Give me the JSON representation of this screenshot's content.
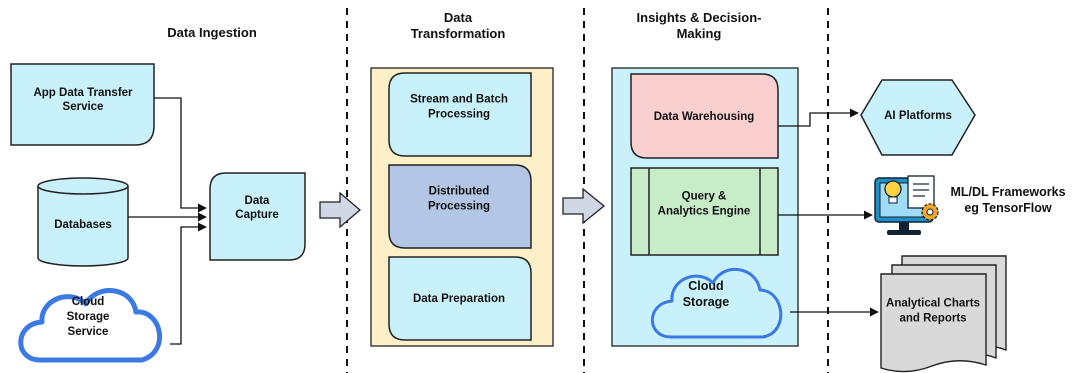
{
  "headers": {
    "ingestion": [
      "Data Ingestion"
    ],
    "transformation": [
      "Data",
      "Transformation"
    ],
    "insights": [
      "Insights & Decision-",
      "Making"
    ]
  },
  "ingestion": {
    "app_transfer": [
      "App Data Transfer",
      "Service"
    ],
    "databases": [
      "Databases"
    ],
    "cloud_storage_service": [
      "Cloud",
      "Storage",
      "Service"
    ],
    "data_capture": [
      "Data",
      "Capture"
    ]
  },
  "transformation": {
    "stream_batch": [
      "Stream and Batch",
      "Processing"
    ],
    "distributed": [
      "Distributed",
      "Processing"
    ],
    "preparation": [
      "Data Preparation"
    ]
  },
  "insights": {
    "warehousing": [
      "Data Warehousing"
    ],
    "query_engine": [
      "Query &",
      "Analytics Engine"
    ],
    "cloud_storage": [
      "Cloud",
      "Storage"
    ]
  },
  "outputs": {
    "ai_platforms": [
      "AI Platforms"
    ],
    "ml_frameworks": [
      "ML/DL Frameworks",
      "eg TensorFlow"
    ],
    "charts_reports": [
      "Analytical Charts",
      "and Reports"
    ]
  },
  "colors": {
    "light_blue": "#c9f1fb",
    "light_yellow": "#fdf0c8",
    "pink": "#f9cfcf",
    "periwinkle": "#b3c6e6",
    "mint": "#c8ecc8",
    "cloud_blue": "#3b7ae4",
    "cloud_fill_light": "#c9f1fb",
    "doc_grey": "#d9d9d9",
    "arrow_grey": "#d0d8e6",
    "stroke": "#222222"
  },
  "icons": {
    "ml_frameworks": "computer-monitor-lightbulb-gear-icon",
    "arrows": "block-arrow-right-icon",
    "cloud": "cloud-icon"
  }
}
